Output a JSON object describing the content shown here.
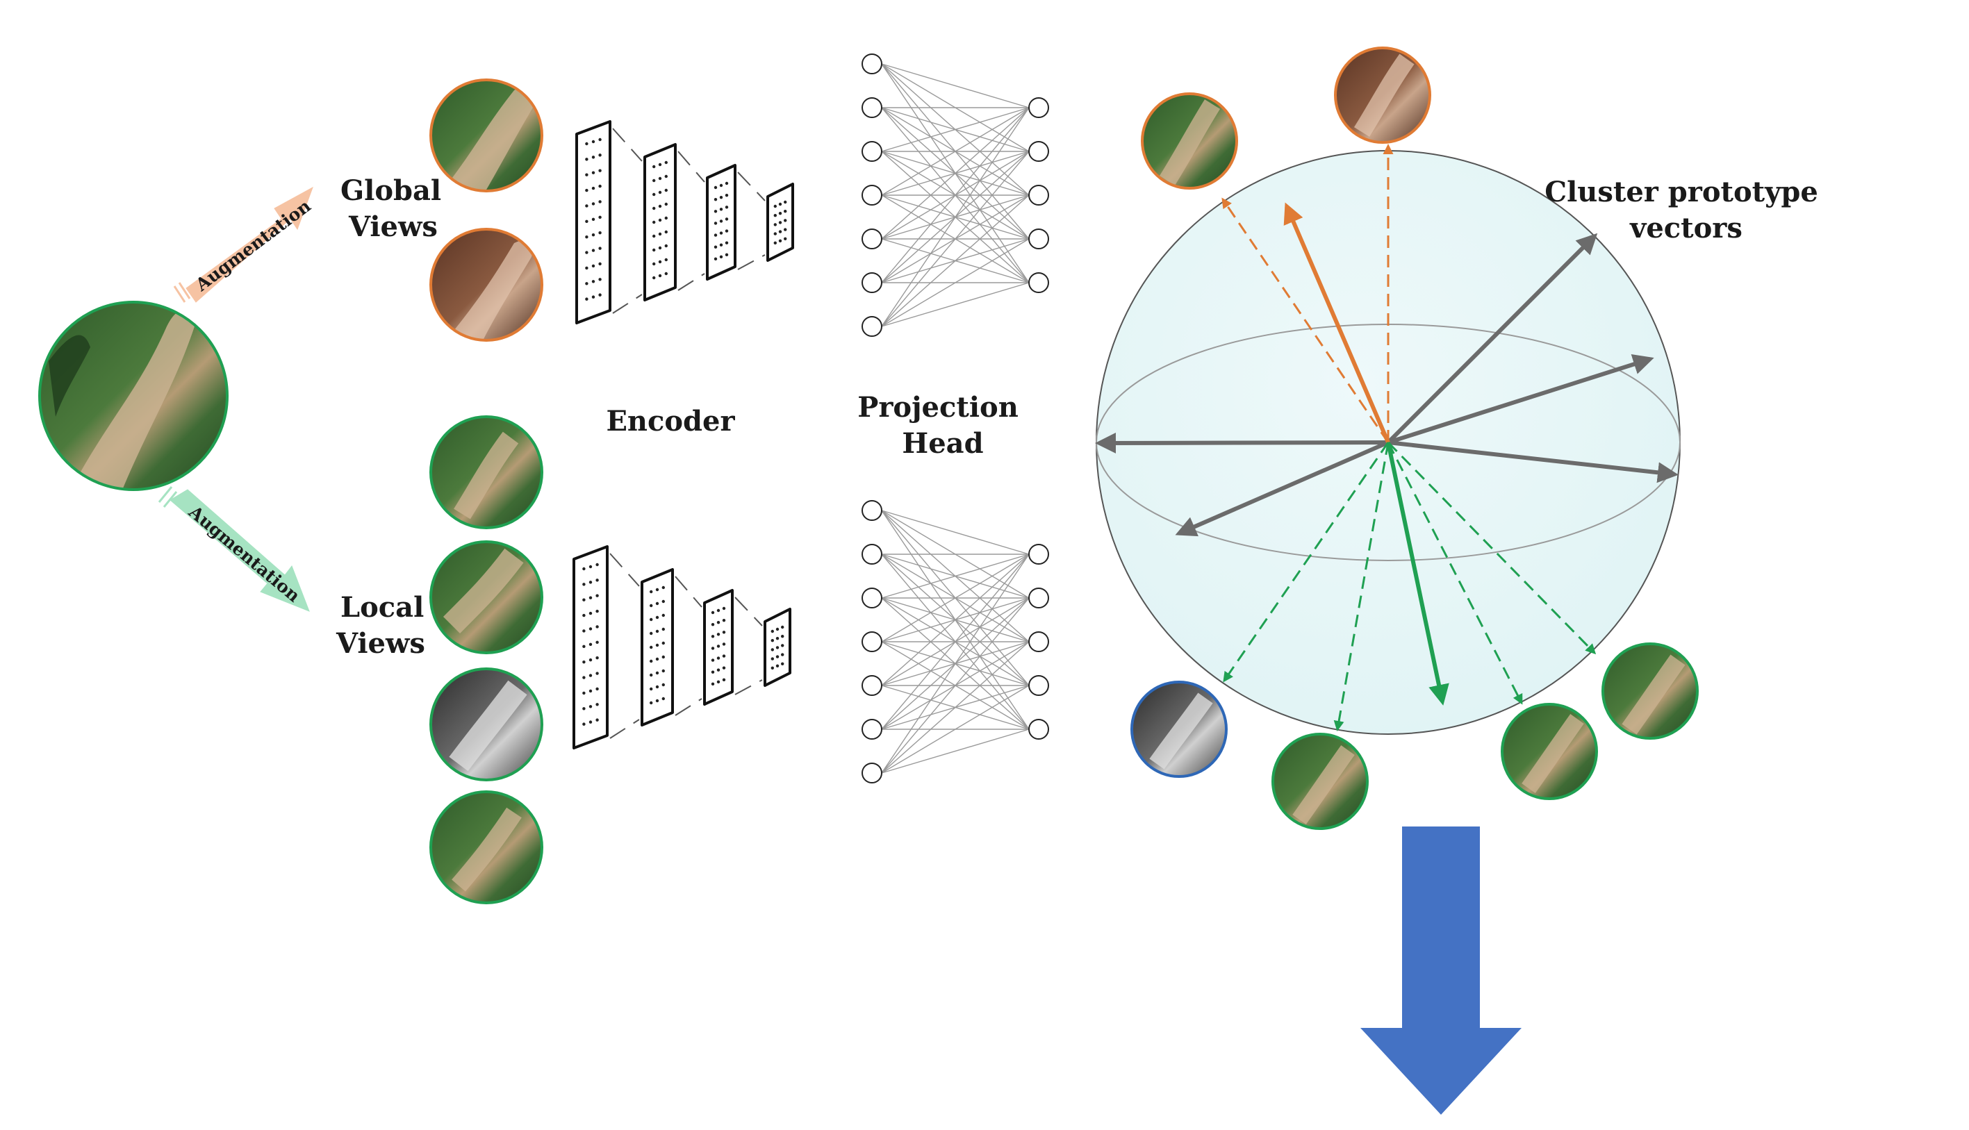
{
  "labels": {
    "global_views": [
      "Global",
      "Views"
    ],
    "local_views": [
      "Local",
      "Views"
    ],
    "encoder": "Encoder",
    "projection_head": [
      "Projection",
      "Head"
    ],
    "cluster_prototypes": [
      "Cluster prototype",
      "vectors"
    ],
    "augmentation_top": "Augmentation",
    "augmentation_bottom": "Augmentation"
  },
  "colors": {
    "global_border": "#E07B34",
    "local_border": "#1FA052",
    "blue_border": "#2E67B6",
    "aug_top_arrow": "#F6C3A3",
    "aug_bottom_arrow": "#A6E3C2",
    "sphere_fill": "#E2F5F6",
    "prototype_vector": "#6B6B6B",
    "output_arrow": "#4472C4"
  },
  "views": {
    "source_image": "satellite landslide patch",
    "global": [
      "satellite view (color)",
      "satellite view (brown tone)"
    ],
    "local": [
      "satellite crop",
      "satellite crop",
      "satellite crop (grayscale)",
      "satellite crop"
    ],
    "sphere_top": [
      "satellite view",
      "satellite view (brown tone)"
    ],
    "sphere_bottom": [
      "satellite view (grayscale)",
      "satellite view",
      "satellite view",
      "satellite view"
    ]
  },
  "network": {
    "encoder_layers": 4,
    "projection_input_nodes": 7,
    "projection_output_nodes": 5
  }
}
